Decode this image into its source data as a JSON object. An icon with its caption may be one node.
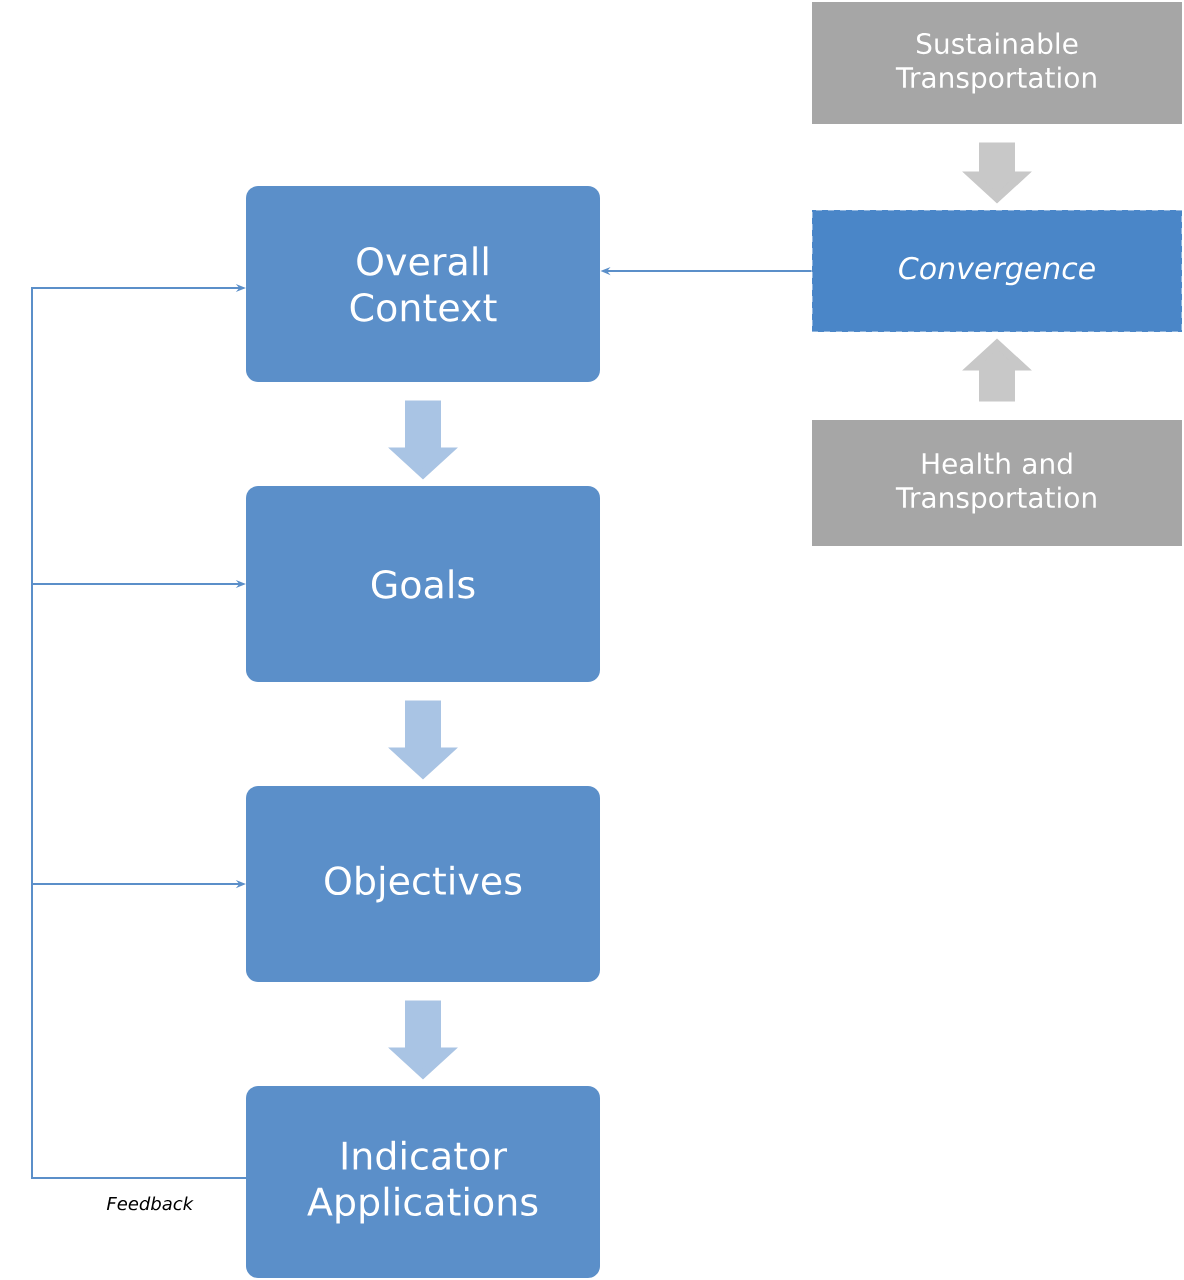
{
  "diagram": {
    "nodes": [
      {
        "text": [
          "Overall Context"
        ]
      },
      {
        "text": [
          "Goals"
        ]
      },
      {
        "text": [
          "Objectives"
        ]
      },
      {
        "text": [
          "Indicator Applications"
        ]
      },
      {
        "text": [
          "Sustainable Transportation"
        ]
      },
      {
        "text": [
          "Convergence"
        ]
      },
      {
        "text": [
          "Health and Transportation"
        ]
      }
    ],
    "edges": [
      {
        "from": 0,
        "to": 1,
        "arrow": "to",
        "color": "#a9c4e4"
      },
      {
        "from": 1,
        "to": 2,
        "arrow": "to",
        "color": "#a9c4e4"
      },
      {
        "from": 2,
        "to": 3,
        "arrow": "to",
        "color": "#a9c4e4"
      },
      {
        "from": 4,
        "to": 5,
        "arrow": "to",
        "color": "#c8c8c8"
      },
      {
        "from": 6,
        "to": 5,
        "arrow": "to",
        "color": "#c8c8c8"
      },
      {
        "from": 5,
        "to": 0,
        "arrow": "to"
      },
      {
        "from": 3,
        "to": 0,
        "arrow": "to",
        "label": "Feedback"
      },
      {
        "from": 3,
        "to": 1,
        "arrow": "to"
      },
      {
        "from": 3,
        "to": 2,
        "arrow": "to"
      }
    ]
  }
}
